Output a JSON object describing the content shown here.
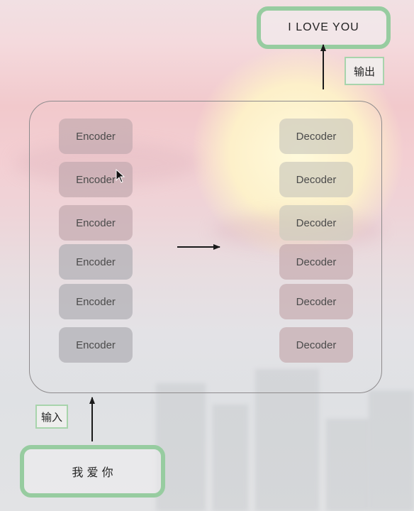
{
  "diagram": {
    "encoders": [
      {
        "label": "Encoder",
        "tone": "pink"
      },
      {
        "label": "Encoder",
        "tone": "pink"
      },
      {
        "label": "Encoder",
        "tone": "pink"
      },
      {
        "label": "Encoder",
        "tone": "gray"
      },
      {
        "label": "Encoder",
        "tone": "gray"
      },
      {
        "label": "Encoder",
        "tone": "gray"
      }
    ],
    "decoders": [
      {
        "label": "Decoder",
        "tone": "beige"
      },
      {
        "label": "Decoder",
        "tone": "beige"
      },
      {
        "label": "Decoder",
        "tone": "beige"
      },
      {
        "label": "Decoder",
        "tone": "pink"
      },
      {
        "label": "Decoder",
        "tone": "pink"
      },
      {
        "label": "Decoder",
        "tone": "pink"
      }
    ],
    "input_text": "我 爱 你",
    "input_tag": "输入",
    "output_text": "I LOVE YOU",
    "output_tag": "输出"
  },
  "colors": {
    "io_border": "#97cca0",
    "tag_border": "#a8d4ac",
    "container_border": "#8e8b8d",
    "arrow": "#1a1a1a"
  }
}
